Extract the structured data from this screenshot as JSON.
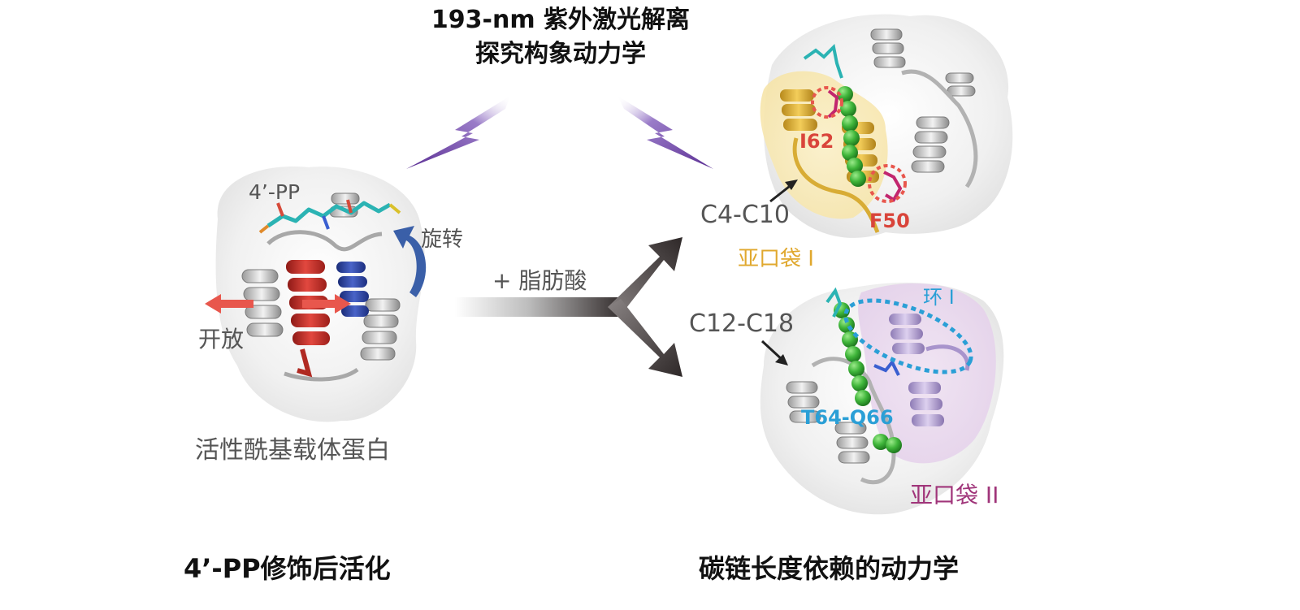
{
  "top_title": {
    "line1": "193-nm 紫外激光解离",
    "line2": "探究构象动力学"
  },
  "left": {
    "pp_label": "4’-PP",
    "rotate_label": "旋转",
    "open_label": "开放",
    "protein_name": "活性酰基载体蛋白",
    "caption": "4’-PP修饰后活化"
  },
  "middle": {
    "fatty_acid_label": "+  脂肪酸"
  },
  "right_top": {
    "chain_label": "C4-C10",
    "residue_a": "I62",
    "residue_b": "F50",
    "pocket_label": "亚口袋 I"
  },
  "right_bottom": {
    "chain_label": "C12-C18",
    "loop_label": "环 I",
    "residue": "T64-Q66",
    "pocket_label": "亚口袋 II"
  },
  "right_caption": "碳链长度依赖的动力学",
  "colors": {
    "lightning": "#6a3da0",
    "pocket1": "#e0a82e",
    "pocket2": "#a0357a",
    "loop": "#2a9fd6",
    "residue_red": "#d9443a",
    "open_arrow": "#e8574d",
    "rotate_arrow": "#3a5fa8",
    "text_gray": "#555555"
  }
}
